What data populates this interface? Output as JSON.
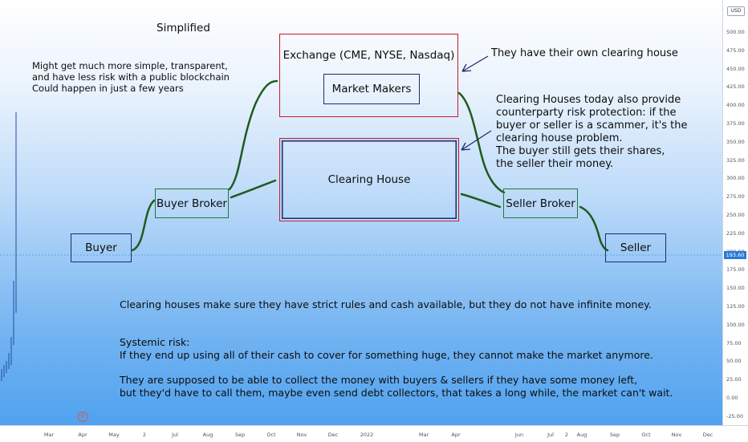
{
  "diagram": {
    "title": "Simplified",
    "top_left_note": [
      "Might get much more simple, transparent,",
      "and have less risk with a public blockchain",
      "Could happen in just a few years"
    ],
    "nodes": {
      "buyer": "Buyer",
      "buyer_broker": "Buyer Broker",
      "exchange": "Exchange (CME, NYSE, Nasdaq)",
      "market_makers": "Market Makers",
      "clearing_house": "Clearing House",
      "seller_broker": "Seller Broker",
      "seller": "Seller"
    },
    "annotation_exchange": "They have their own clearing house",
    "annotation_clearing": [
      "Clearing Houses today also provide",
      "counterparty risk protection: if the",
      "buyer or seller is a scammer, it's the",
      "clearing house problem.",
      "The buyer still gets their shares,",
      "the seller their money."
    ],
    "paragraph_1": "Clearing houses make sure they have strict rules and cash available, but they do not have infinite money.",
    "paragraph_2": [
      "Systemic risk:",
      "If they end up using all of their cash to cover for something huge, they cannot make the market anymore."
    ],
    "paragraph_3": [
      "They are supposed to be able to collect the money with buyers & sellers if they have some money left,",
      "but they'd have to call them, maybe even send debt collectors, that takes a long while, the market can't wait."
    ]
  },
  "chart": {
    "currency": "USD",
    "last_price": "193.60",
    "price_ticks": [
      "500.00",
      "475.00",
      "450.00",
      "425.00",
      "400.00",
      "375.00",
      "350.00",
      "325.00",
      "300.00",
      "275.00",
      "250.00",
      "225.00",
      "200.00",
      "175.00",
      "150.00",
      "125.00",
      "100.00",
      "75.00",
      "50.00",
      "25.00",
      "0.00",
      "-25.00"
    ],
    "time_ticks": [
      "Mar",
      "Apr",
      "May",
      "Jul",
      "Aug",
      "Sep",
      "Oct",
      "Nov",
      "Dec",
      "2022",
      "Mar",
      "Apr",
      "Jun",
      "Jul",
      "Aug",
      "Sep",
      "Oct",
      "Nov",
      "Dec"
    ],
    "time_ticks_extra": [
      "2",
      "2"
    ],
    "marker_label": "D"
  },
  "colors": {
    "connector": "#1e5c1e",
    "box_green": "#1f7a3a",
    "box_red": "#c21c2c",
    "box_navy": "#1e2a6e",
    "price_tag": "#2a7ad6"
  }
}
